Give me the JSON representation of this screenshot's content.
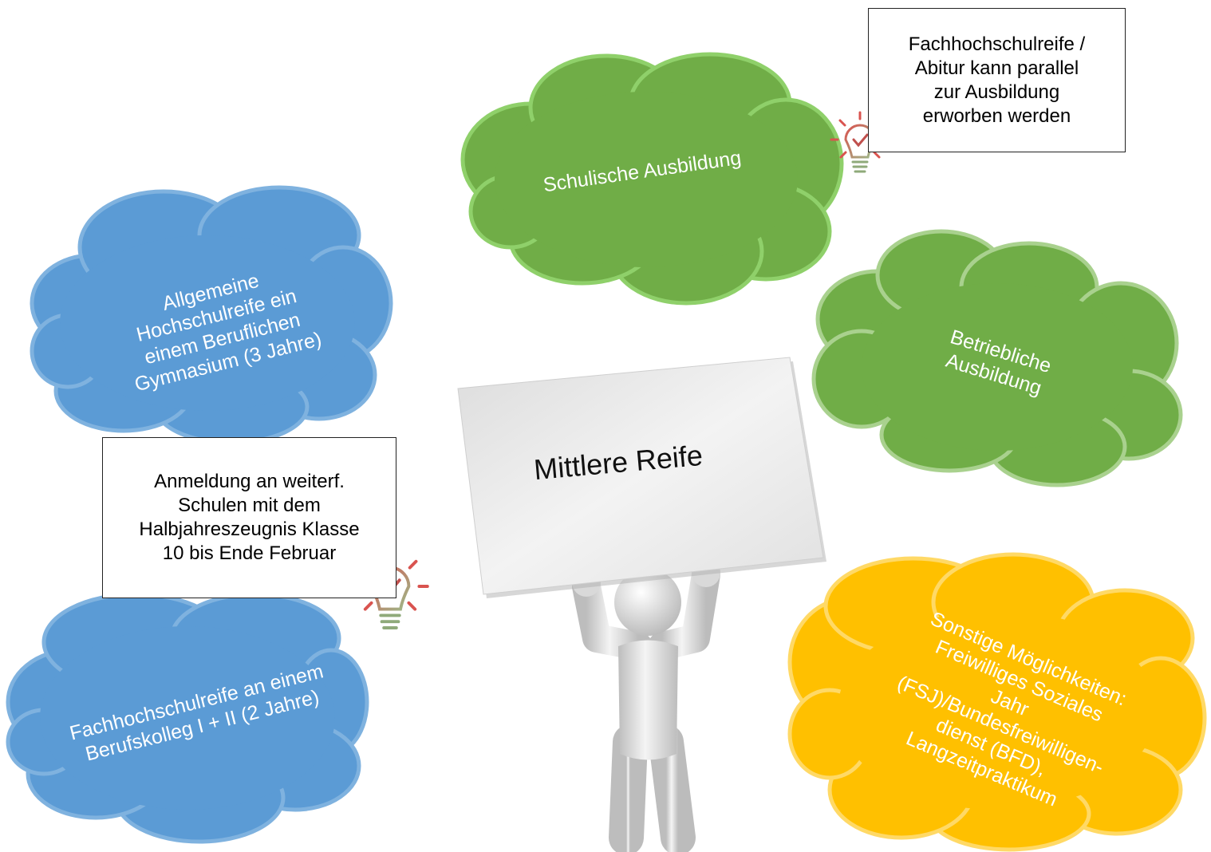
{
  "colors": {
    "blue_cloud": "#5b9bd5",
    "green_cloud": "#70ad47",
    "yellow_cloud": "#ffc000",
    "bulb": "#c0504d"
  },
  "center": {
    "label": "Mittlere Reife"
  },
  "clouds": {
    "schulische": "Schulische Ausbildung",
    "betriebliche": "Betriebliche\nAusbildung",
    "allgemeine": "Allgemeine\nHochschulreife ein\neinem Beruflichen\nGymnasium (3 Jahre)",
    "fachhoch": "Fachhochschulreife an einem\nBerufskolleg I + II (2 Jahre)",
    "sonstige": "Sonstige Möglichkeiten:\nFreiwilliges Soziales\nJahr\n(FSJ)/Bundesfreiwilligen-\ndienst (BFD),\nLangzeitpraktikum"
  },
  "notes": {
    "abitur": "Fachhochschulreife /\nAbitur kann parallel\nzur Ausbildung\nerworben werden",
    "anmeldung": "Anmeldung an weiterf.\nSchulen mit dem\nHalbjahreszeugnis Klasse\n10 bis Ende Februar"
  },
  "icons": [
    "lightbulb-icon",
    "lightbulb-icon"
  ]
}
